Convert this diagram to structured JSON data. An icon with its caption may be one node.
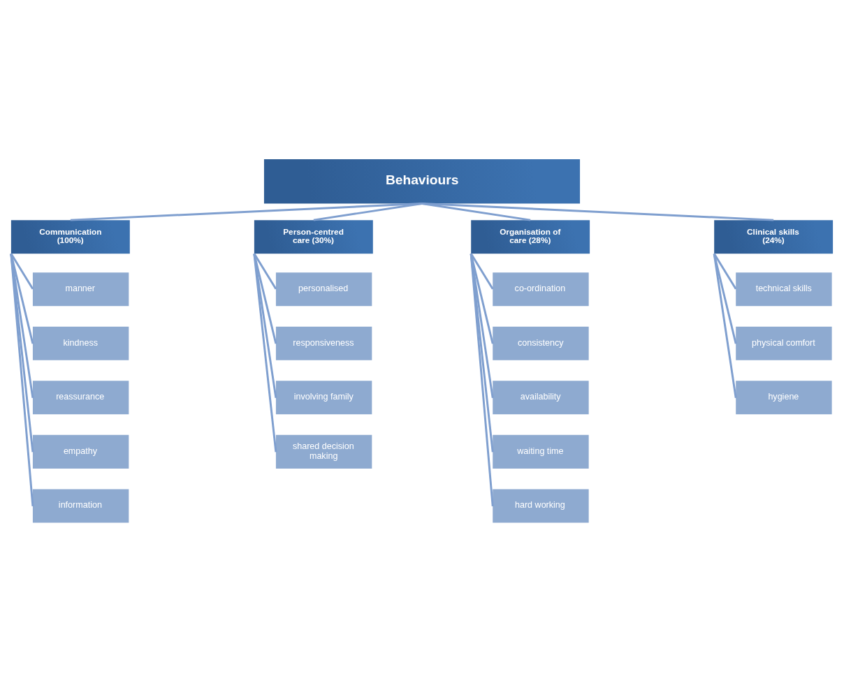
{
  "diagram": {
    "nodes": [
      {
        "text": [
          "Behaviours"
        ]
      },
      {
        "text": [
          "Communication (100%)"
        ]
      },
      {
        "text": [
          "Person-centred care (30%)"
        ]
      },
      {
        "text": [
          "Organisation of care (28%)"
        ]
      },
      {
        "text": [
          "Clinical skills (24%)"
        ]
      },
      {
        "text": [
          "manner"
        ]
      },
      {
        "text": [
          "kindness"
        ]
      },
      {
        "text": [
          "reassurance"
        ]
      },
      {
        "text": [
          "empathy"
        ]
      },
      {
        "text": [
          "information"
        ]
      },
      {
        "text": [
          "personalised"
        ]
      },
      {
        "text": [
          "responsiveness"
        ]
      },
      {
        "text": [
          "involving family"
        ]
      },
      {
        "text": [
          "shared decision making"
        ]
      },
      {
        "text": [
          "co-ordination"
        ]
      },
      {
        "text": [
          "consistency"
        ]
      },
      {
        "text": [
          "availability"
        ]
      },
      {
        "text": [
          "waiting time"
        ]
      },
      {
        "text": [
          "hard working"
        ]
      },
      {
        "text": [
          "technical skills"
        ]
      },
      {
        "text": [
          "physical comfort"
        ]
      },
      {
        "text": [
          "hygiene"
        ]
      }
    ],
    "edges": [
      {
        "from": 0,
        "to": 1,
        "arrow": "none"
      },
      {
        "from": 0,
        "to": 2,
        "arrow": "none"
      },
      {
        "from": 0,
        "to": 3,
        "arrow": "none"
      },
      {
        "from": 0,
        "to": 4,
        "arrow": "none"
      },
      {
        "from": 1,
        "to": 5,
        "arrow": "none"
      },
      {
        "from": 1,
        "to": 6,
        "arrow": "none"
      },
      {
        "from": 1,
        "to": 7,
        "arrow": "none"
      },
      {
        "from": 1,
        "to": 8,
        "arrow": "none"
      },
      {
        "from": 1,
        "to": 9,
        "arrow": "none"
      },
      {
        "from": 2,
        "to": 10,
        "arrow": "none"
      },
      {
        "from": 2,
        "to": 11,
        "arrow": "none"
      },
      {
        "from": 2,
        "to": 12,
        "arrow": "none"
      },
      {
        "from": 2,
        "to": 13,
        "arrow": "none"
      },
      {
        "from": 3,
        "to": 14,
        "arrow": "none"
      },
      {
        "from": 3,
        "to": 15,
        "arrow": "none"
      },
      {
        "from": 3,
        "to": 16,
        "arrow": "none"
      },
      {
        "from": 3,
        "to": 17,
        "arrow": "none"
      },
      {
        "from": 3,
        "to": 18,
        "arrow": "none"
      },
      {
        "from": 4,
        "to": 19,
        "arrow": "none"
      },
      {
        "from": 4,
        "to": 20,
        "arrow": "none"
      },
      {
        "from": 4,
        "to": 21,
        "arrow": "none"
      }
    ]
  }
}
